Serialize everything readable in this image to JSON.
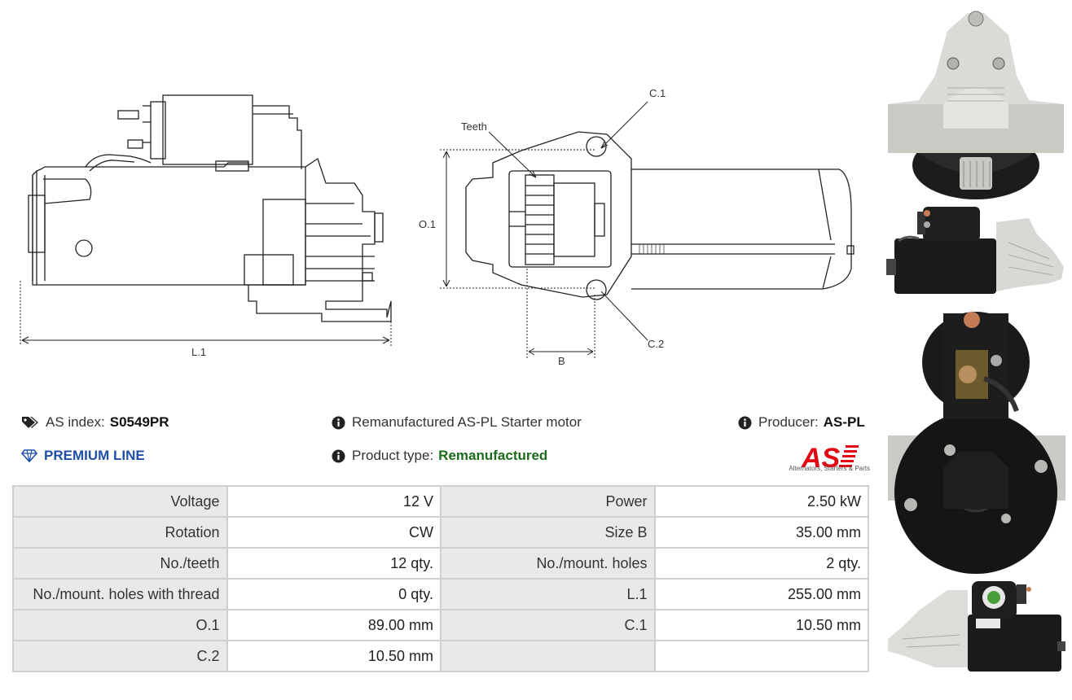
{
  "drawing_labels": {
    "l1": "L.1",
    "c1": "C.1",
    "c2": "C.2",
    "teeth": "Teeth",
    "o1": "O.1",
    "b": "B"
  },
  "info": {
    "as_index_label": "AS index:",
    "as_index_value": "S0549PR",
    "premium_line": "PREMIUM LINE",
    "description": "Remanufactured AS-PL Starter motor",
    "product_type_label": "Product type:",
    "product_type_value": "Remanufactured",
    "producer_label": "Producer:",
    "producer_value": "AS-PL"
  },
  "brand": {
    "logo_text": "AS",
    "tagline": "Alternators, Starters & Parts"
  },
  "specs": [
    [
      "Voltage",
      "12 V",
      "Power",
      "2.50 kW"
    ],
    [
      "Rotation",
      "CW",
      "Size B",
      "35.00 mm"
    ],
    [
      "No./teeth",
      "12 qty.",
      "No./mount. holes",
      "2 qty."
    ],
    [
      "No./mount. holes with thread",
      "0 qty.",
      "L.1",
      "255.00 mm"
    ],
    [
      "O.1",
      "89.00 mm",
      "C.1",
      "10.50 mm"
    ],
    [
      "C.2",
      "10.50 mm",
      "",
      ""
    ]
  ],
  "icons": {
    "tag": "tags-icon",
    "premium": "diamond-icon",
    "info": "info-circle-icon"
  },
  "colors": {
    "premium_blue": "#1f4fa8",
    "product_type_green": "#1b6b1b",
    "logo_red": "#e30613"
  }
}
